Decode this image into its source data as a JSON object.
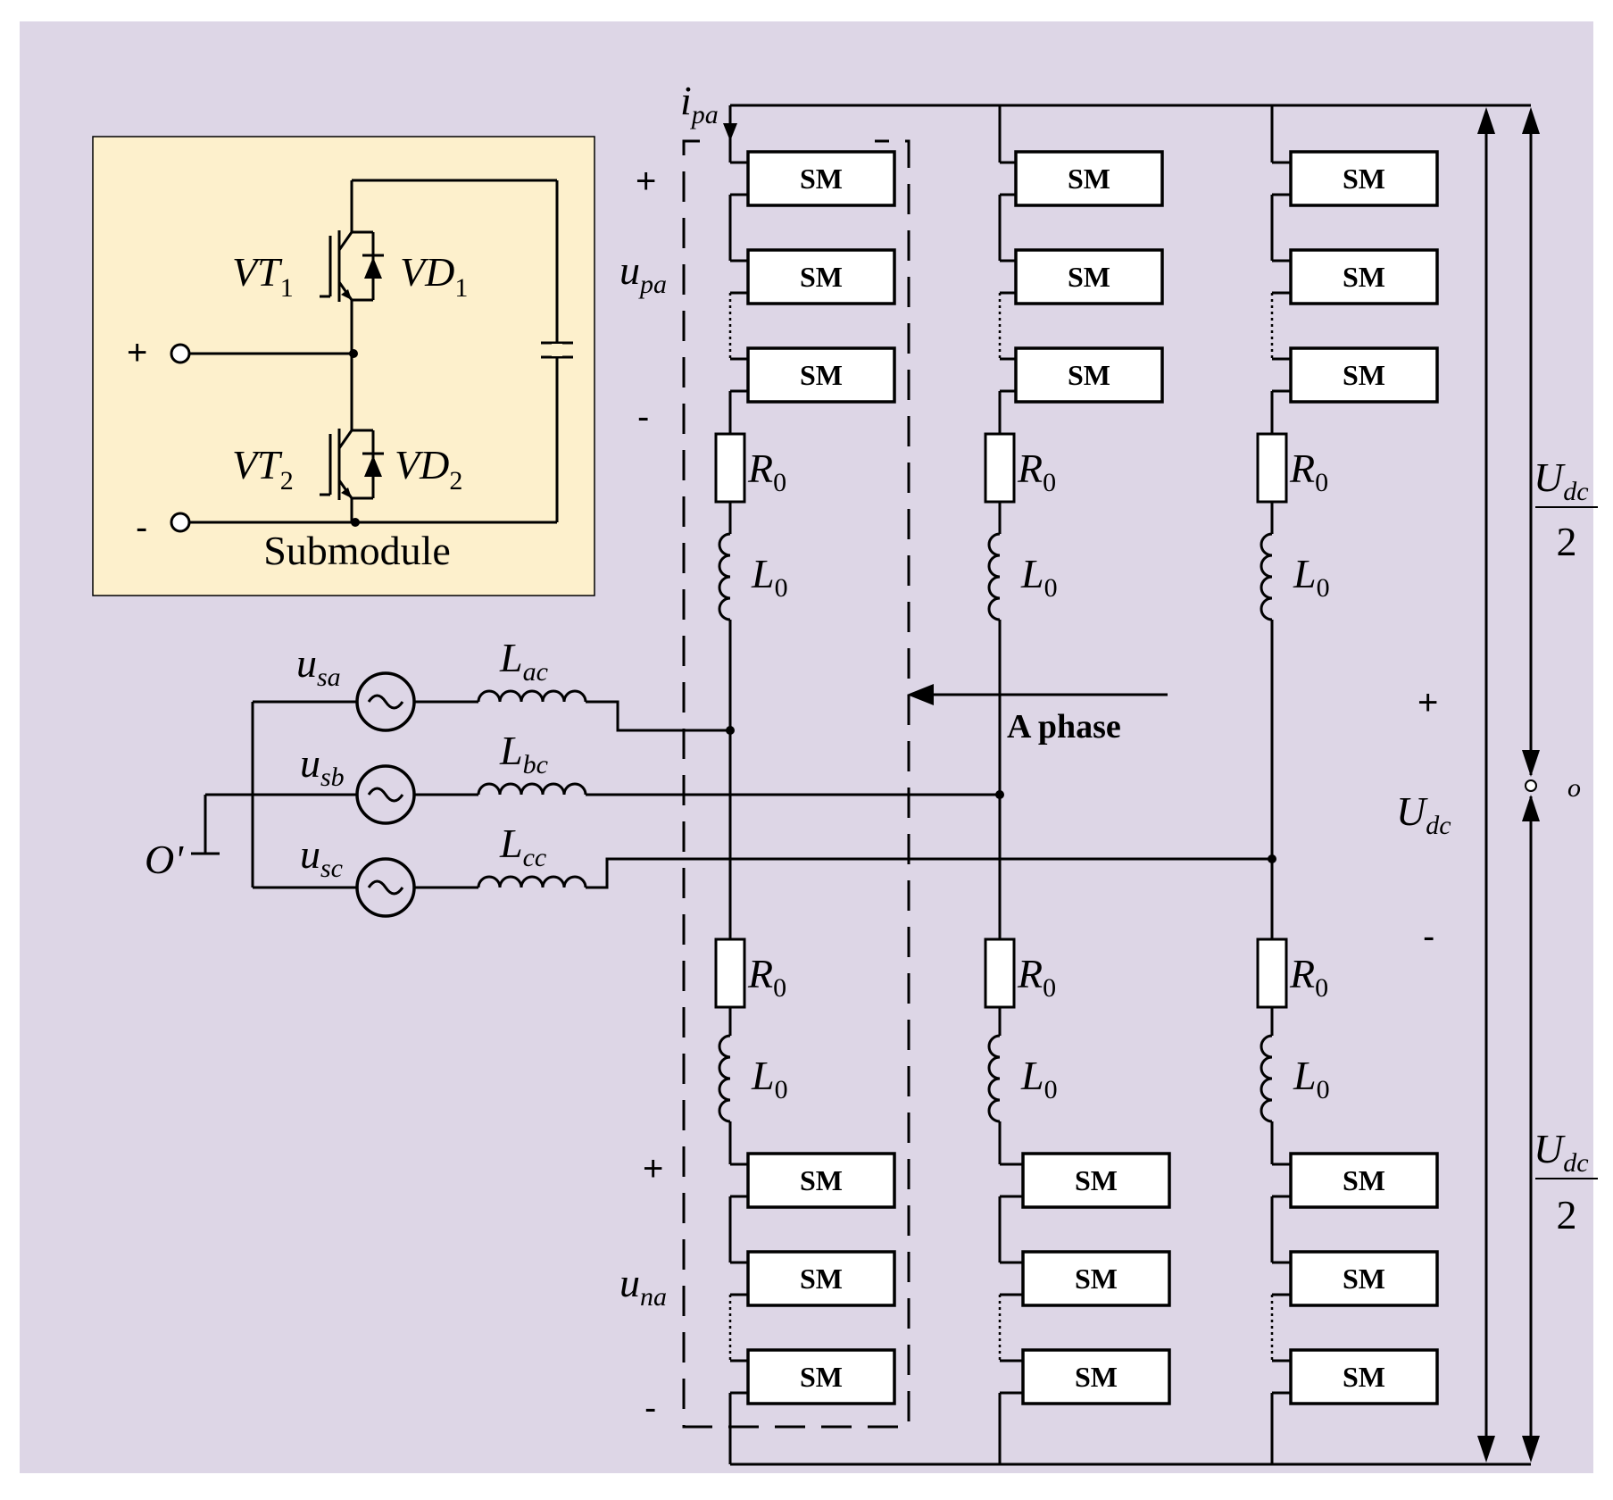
{
  "colors": {
    "background": "#ddd6e6",
    "submodule_panel": "#fdf0cc",
    "line": "#000000",
    "box": "#ffffff"
  },
  "sm_label": "SM",
  "submodule": {
    "title": "Submodule",
    "vt1": "VT",
    "vt1_sub": "1",
    "vd1": "VD",
    "vd1_sub": "1",
    "vt2": "VT",
    "vt2_sub": "2",
    "vd2": "VD",
    "vd2_sub": "2",
    "plus": "+",
    "minus": "-"
  },
  "arm": {
    "r": "R",
    "r_sub": "0",
    "l": "L",
    "l_sub": "0"
  },
  "sources": [
    {
      "u": "u",
      "u_sub": "sa",
      "l": "L",
      "l_sub": "ac"
    },
    {
      "u": "u",
      "u_sub": "sb",
      "l": "L",
      "l_sub": "bc"
    },
    {
      "u": "u",
      "u_sub": "sc",
      "l": "L",
      "l_sub": "cc"
    }
  ],
  "neutral_label": "O'",
  "upper": {
    "current": "i",
    "current_sub": "pa",
    "voltage": "u",
    "voltage_sub": "pa",
    "plus": "+",
    "minus": "-"
  },
  "lower": {
    "voltage": "u",
    "voltage_sub": "na",
    "plus": "+",
    "minus": "-"
  },
  "phase_label": "A phase",
  "dc": {
    "udc": "U",
    "udc_sub": "dc",
    "plus": "+",
    "minus": "-",
    "half_num": "U",
    "half_num_sub": "dc",
    "half_den": "2",
    "midpoint": "o"
  }
}
